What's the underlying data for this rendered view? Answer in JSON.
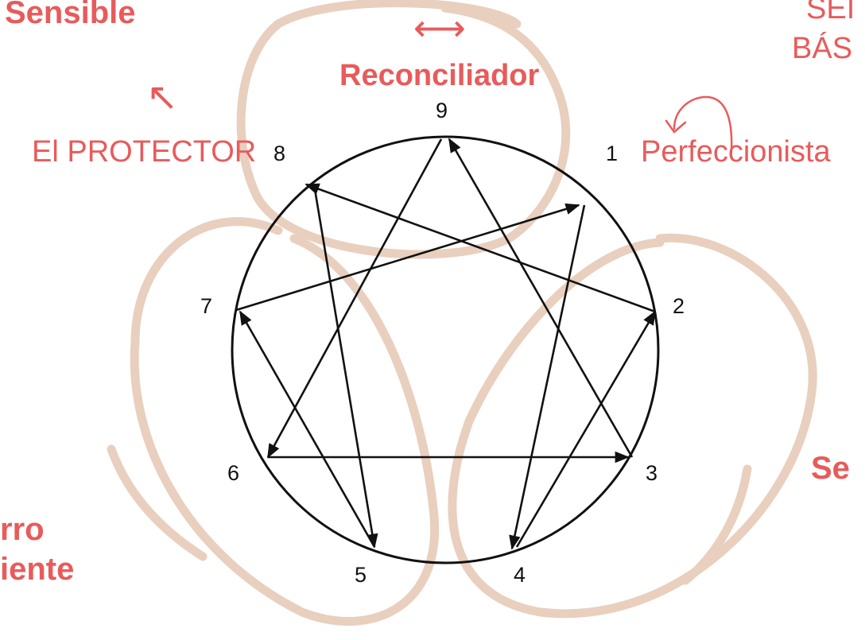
{
  "labels": {
    "sensible": "Sensible",
    "reconciliador": "Reconciliador",
    "protector": "El PROTECTOR",
    "perfeccionista": "Perfeccionista",
    "sensible_right": "Se",
    "basic_1": "SEI",
    "basic_2": "BÁS",
    "bottom_left_1": "rro",
    "bottom_left_2": "iente"
  },
  "numbers": [
    "9",
    "8",
    "1",
    "7",
    "2",
    "6",
    "3",
    "5",
    "4"
  ],
  "icons": {
    "double_arrow": "⟷",
    "diag_arrow": "↖"
  },
  "colors": {
    "accent_text": "#e85b5b",
    "swirl": "#e9cfbe",
    "lines": "#111111"
  }
}
